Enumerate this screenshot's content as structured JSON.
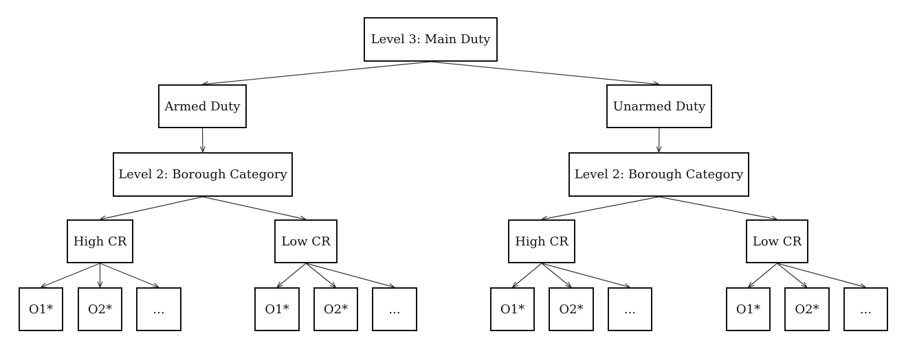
{
  "diagram": {
    "root": "Level 3: Main Duty",
    "armed": {
      "label": "Armed Duty",
      "category": "Level 2: Borough Category",
      "high": {
        "label": "High CR",
        "o1": "O1*",
        "o2": "O2*",
        "more": "..."
      },
      "low": {
        "label": "Low CR",
        "o1": "O1*",
        "o2": "O2*",
        "more": "..."
      }
    },
    "unarmed": {
      "label": "Unarmed Duty",
      "category": "Level 2: Borough Category",
      "high": {
        "label": "High CR",
        "o1": "O1*",
        "o2": "O2*",
        "more": "..."
      },
      "low": {
        "label": "Low CR",
        "o1": "O1*",
        "o2": "O2*",
        "more": "..."
      }
    }
  },
  "edges": [
    [
      "root",
      "armed"
    ],
    [
      "root",
      "unarmed"
    ],
    [
      "armed",
      "armed-cat"
    ],
    [
      "unarmed",
      "unarmed-cat"
    ],
    [
      "armed-cat",
      "armed-high"
    ],
    [
      "armed-cat",
      "armed-low"
    ],
    [
      "unarmed-cat",
      "unarmed-high"
    ],
    [
      "unarmed-cat",
      "unarmed-low"
    ],
    [
      "armed-high",
      "armed-high-o1"
    ],
    [
      "armed-high",
      "armed-high-o2"
    ],
    [
      "armed-high",
      "armed-high-more"
    ],
    [
      "armed-low",
      "armed-low-o1"
    ],
    [
      "armed-low",
      "armed-low-o2"
    ],
    [
      "armed-low",
      "armed-low-more"
    ],
    [
      "unarmed-high",
      "unarmed-high-o1"
    ],
    [
      "unarmed-high",
      "unarmed-high-o2"
    ],
    [
      "unarmed-high",
      "unarmed-high-more"
    ],
    [
      "unarmed-low",
      "unarmed-low-o1"
    ],
    [
      "unarmed-low",
      "unarmed-low-o2"
    ],
    [
      "unarmed-low",
      "unarmed-low-more"
    ]
  ],
  "colors": {
    "stroke": "#111111",
    "edge": "#333333"
  }
}
